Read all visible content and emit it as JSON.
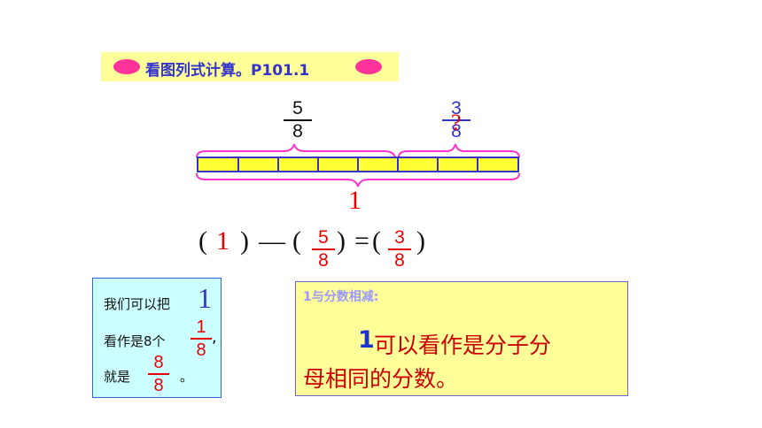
{
  "banner": {
    "text": "看图列式计算。P101.1"
  },
  "top_fractions": {
    "left": {
      "numerator": "5",
      "denominator": "8"
    },
    "right": {
      "numerator": "3",
      "denominator": "8",
      "question_mark": "?"
    }
  },
  "strip": {
    "segments": 8
  },
  "whole_label": "1",
  "equation": {
    "open1": "(",
    "value1": "1",
    "close1": ")",
    "minus": "—",
    "open2": "(",
    "frac2_num": "5",
    "frac2_den": "8",
    "close2": ")",
    "equals": "=",
    "open3": "(",
    "frac3_num": "3",
    "frac3_den": "8",
    "close3": ")"
  },
  "note_box": {
    "line1_text": "我们可以把",
    "line1_big": "1",
    "line2_text": "看作是8个",
    "line2_frac_num": "1",
    "line2_frac_den": "8",
    "line2_comma": ",",
    "line3_text": "就是",
    "line3_frac_num": "8",
    "line3_frac_den": "8",
    "line3_end": "。"
  },
  "rule_box": {
    "title": "1与分数相减:",
    "body_number": "1",
    "body_text_a": "可以看作是分子分",
    "body_text_b": "母相同的分数。"
  },
  "colors": {
    "banner_bg": "#ffff99",
    "banner_oval": "#ff3399",
    "banner_text": "#3333cc",
    "red": "#e60000",
    "blue": "#3333cc",
    "brace": "#ff33cc",
    "strip_fill": "#ffff33",
    "note_bg": "#ccffff",
    "rule_bg": "#ffff99"
  }
}
